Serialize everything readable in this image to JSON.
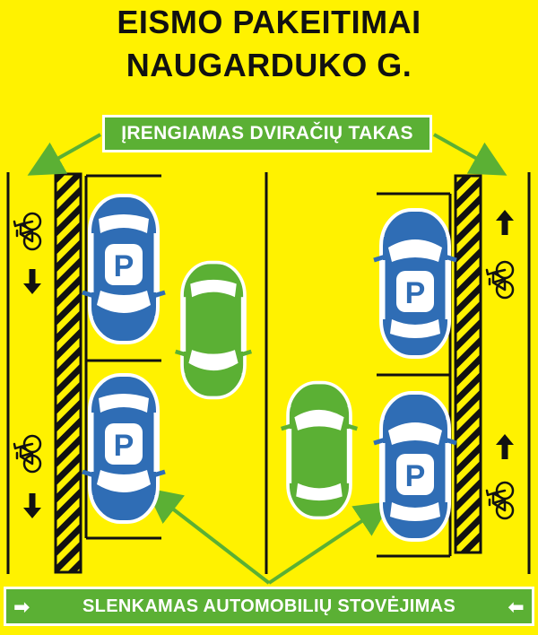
{
  "title": {
    "line1": "EISMO PAKEITIMAI",
    "line2": "NAUGARDUKO G."
  },
  "labels": {
    "bike_lane": "ĮRENGIAMAS DVIRAČIŲ TAKAS",
    "parking": "SLENKAMAS AUTOMOBILIŲ STOVĖJIMAS",
    "parking_arrow_left": "➡",
    "parking_arrow_right": "⬅"
  },
  "parking_sign": "P",
  "colors": {
    "background": "#FFF200",
    "label_green": "#5BB034",
    "parked_car": "#2F6DB5",
    "moving_car": "#5BB034",
    "stripe_black": "#111111"
  },
  "icons": [
    "bicycle-icon",
    "arrow-down-icon",
    "arrow-up-icon",
    "car-icon"
  ]
}
